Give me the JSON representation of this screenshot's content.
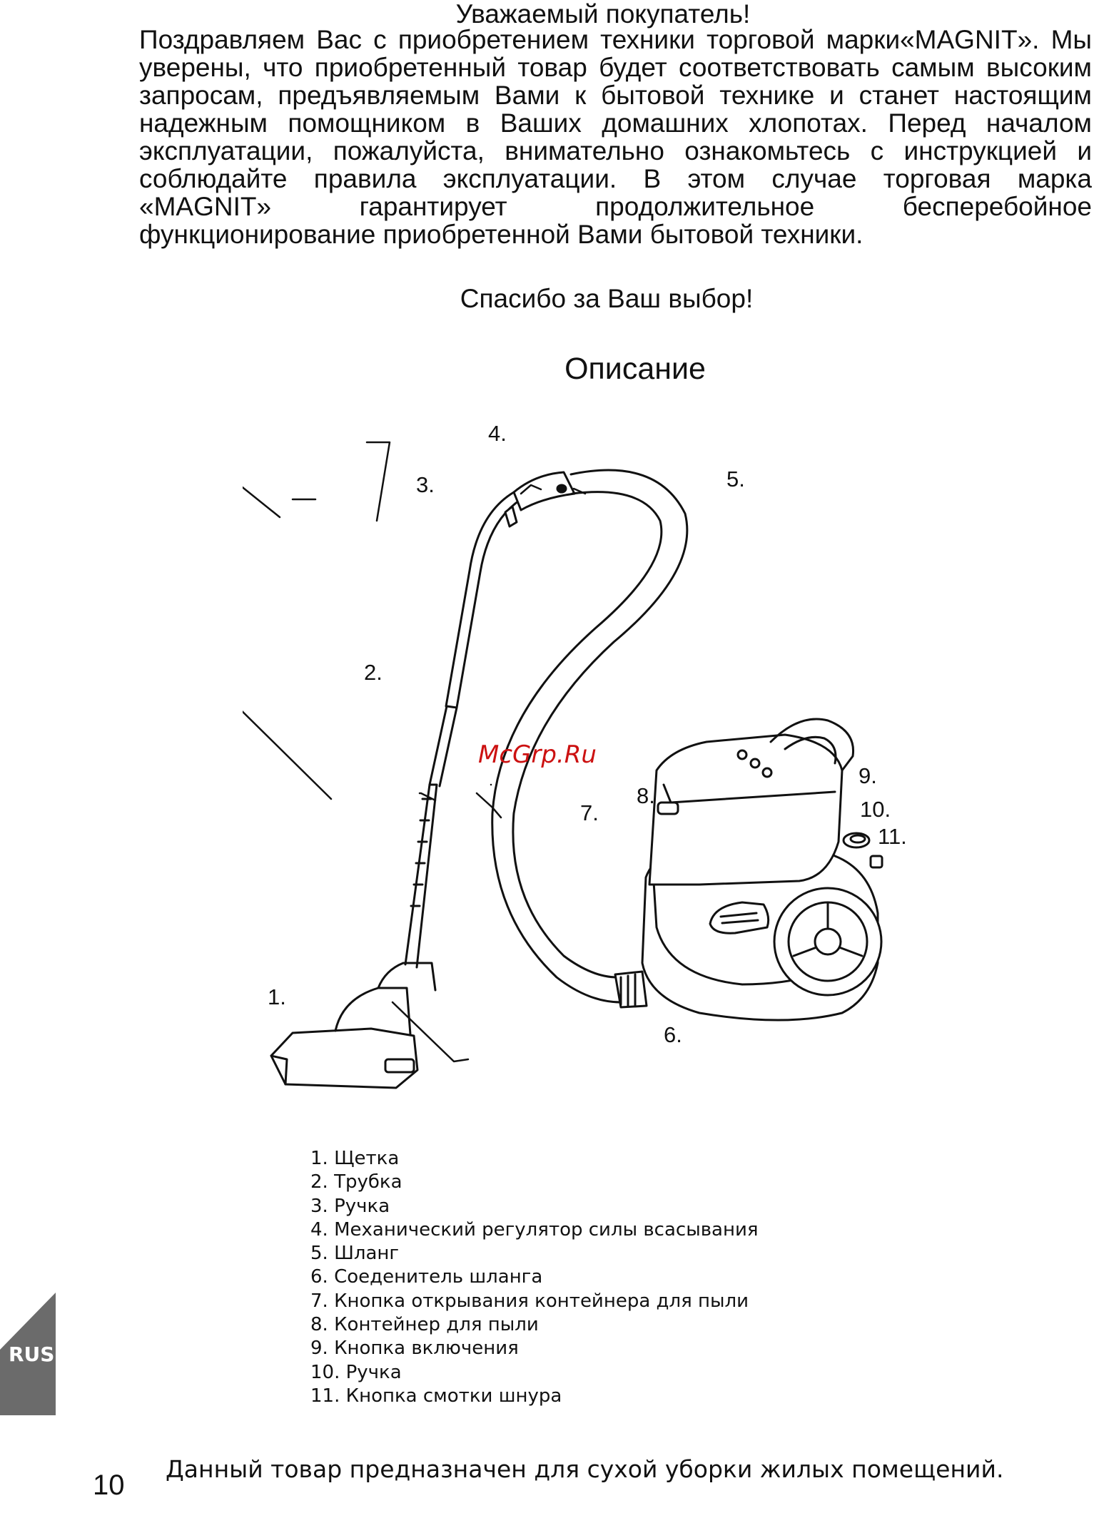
{
  "header": {
    "greeting": "Уважаемый покупатель!",
    "intro": "Поздравляем Вас с приобретением техники торговой марки«MAGNIT». Мы уверены, что приобретенный товар будет соответствовать самым высоким запросам, предъявляемым Вами к бытовой технике и станет настоящим надежным помощником в Ваших домашних хлопотах. Перед началом эксплуатации, пожалуйста, внимательно ознакомьтесь с инструкцией и соблюдайте правила эксплуатации. В этом случае торговая марка «MAGNIT» гарантирует продолжительное бесперебойное функционирование приобретенной Вами бытовой техники.",
    "thanks": "Спасибо за Ваш выбор!"
  },
  "section": {
    "title": "Описание"
  },
  "diagram": {
    "callouts": [
      "1.",
      "2.",
      "3.",
      "4.",
      "5.",
      "6.",
      "7.",
      "8.",
      "9.",
      "10.",
      "11."
    ],
    "watermark": "McGrp.Ru"
  },
  "legend": [
    "1. Щетка",
    "2. Трубка",
    "3. Ручка",
    "4. Механический регулятор силы всасывания",
    "5. Шланг",
    "6. Соеденитель шланга",
    "7. Кнопка открывания контейнера для пыли",
    "8. Контейнер для пыли",
    "9. Кнопка включения",
    "10. Ручка",
    "11. Кнопка смотки шнура"
  ],
  "sidebar": {
    "language": "RUS",
    "tab_color": "#6b6b6b"
  },
  "footer": {
    "note": "Данный товар предназначен для сухой уборки жилых помещений.",
    "page_number": "10"
  }
}
